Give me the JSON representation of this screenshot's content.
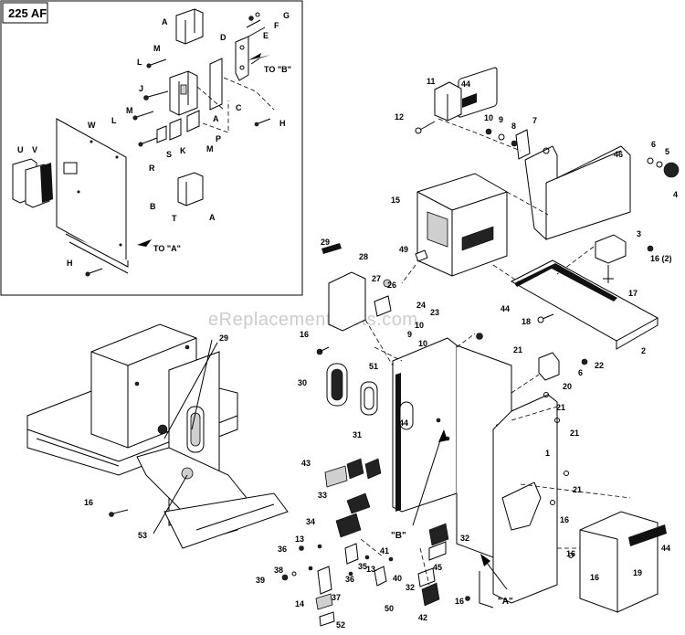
{
  "inset": {
    "title": "225 AF",
    "labels": [
      "A",
      "G",
      "M",
      "D",
      "E",
      "F",
      "L",
      "TO \"B\"",
      "J",
      "C",
      "A",
      "H",
      "L",
      "M",
      "W",
      "P",
      "S",
      "K",
      "M",
      "R",
      "U",
      "V",
      "B",
      "T",
      "A",
      "TO \"A\"",
      "H"
    ]
  },
  "watermark": "eReplacementParts.com",
  "callouts": [
    "11",
    "44",
    "12",
    "10",
    "9",
    "8",
    "7",
    "46",
    "6",
    "5",
    "4",
    "3",
    "15",
    "49",
    "16 (2)",
    "29",
    "28",
    "26",
    "27",
    "44",
    "17",
    "24",
    "23",
    "18",
    "2",
    "10",
    "9",
    "16",
    "10",
    "21",
    "22",
    "6",
    "20",
    "30",
    "51",
    "44",
    "21",
    "1",
    "21",
    "31",
    "43",
    "33",
    "34",
    "21",
    "16",
    "16",
    "13",
    "36",
    "32",
    "35",
    "41",
    "40",
    "45",
    "32",
    "39",
    "38",
    "36",
    "13",
    "42",
    "14",
    "37",
    "50",
    "16",
    "19",
    "44",
    "16",
    "52",
    "29",
    "16",
    "53"
  ],
  "pointers": [
    "\"B\"",
    "\"A\""
  ]
}
